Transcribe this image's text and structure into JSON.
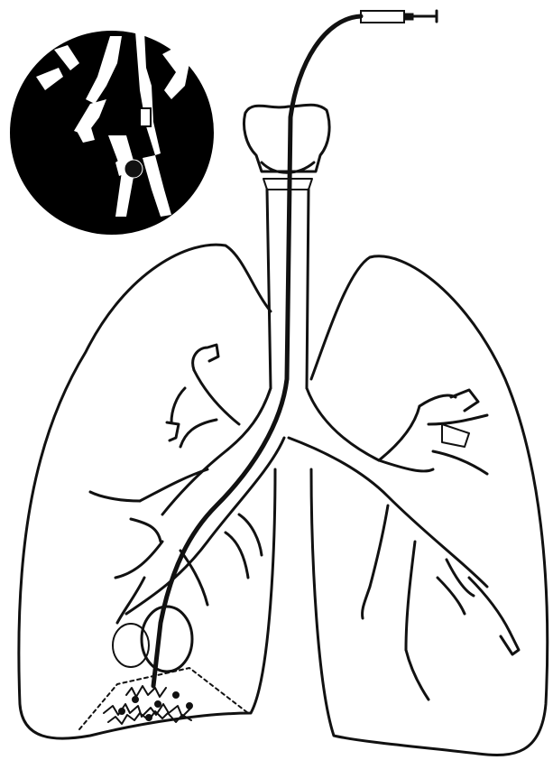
{
  "figure": {
    "elements": [
      "larynx",
      "trachea",
      "right-lung",
      "left-lung",
      "bronchial-tree",
      "bronchoscope-catheter",
      "syringe",
      "balloon",
      "wedged-segment",
      "inset-magnified-view"
    ],
    "colors": {
      "ink": "#111111",
      "background": "#ffffff",
      "inset_background": "#000000"
    }
  }
}
